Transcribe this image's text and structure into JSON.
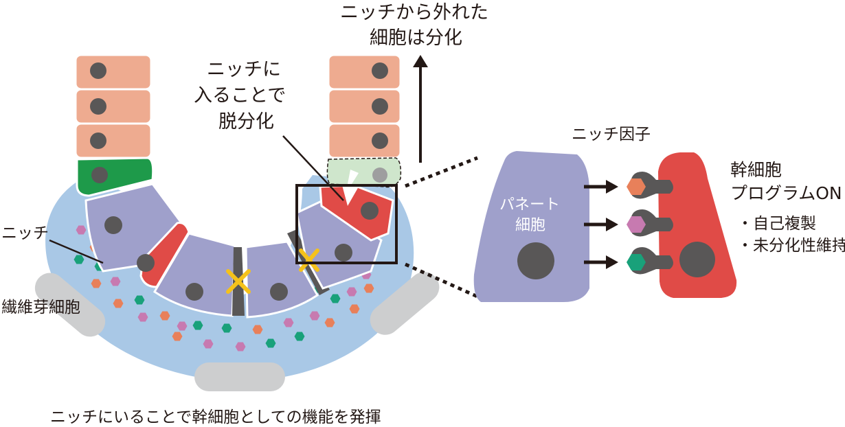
{
  "labels": {
    "detached_line1": "ニッチから外れた",
    "detached_line2": "細胞は分化",
    "enter_line1": "ニッチに",
    "enter_line2": "入ることで",
    "enter_line3": "脱分化",
    "niche": "ニッチ",
    "fibroblast": "繊維芽細胞",
    "caption": "ニッチにいることで幹細胞としての機能を発揮",
    "niche_factor": "ニッチ因子",
    "paneth_line1": "パネート",
    "paneth_line2": "細胞",
    "stem_program_line1": "幹細胞",
    "stem_program_line2": "プログラムON",
    "effect_1": "・自己複製",
    "effect_2": "・未分化性維持"
  },
  "colors": {
    "niche_bg": "#a9c8e6",
    "enterocyte": "#eeab90",
    "progenitor": "#1e9a4a",
    "paneth": "#9fa0cb",
    "stem": "#e04b47",
    "nucleus": "#595757",
    "fibroblast": "#cdcecf",
    "factor_orange": "#e8805a",
    "factor_pink": "#c77ab0",
    "factor_teal": "#19a17a",
    "detached": "#cfe6cc"
  }
}
